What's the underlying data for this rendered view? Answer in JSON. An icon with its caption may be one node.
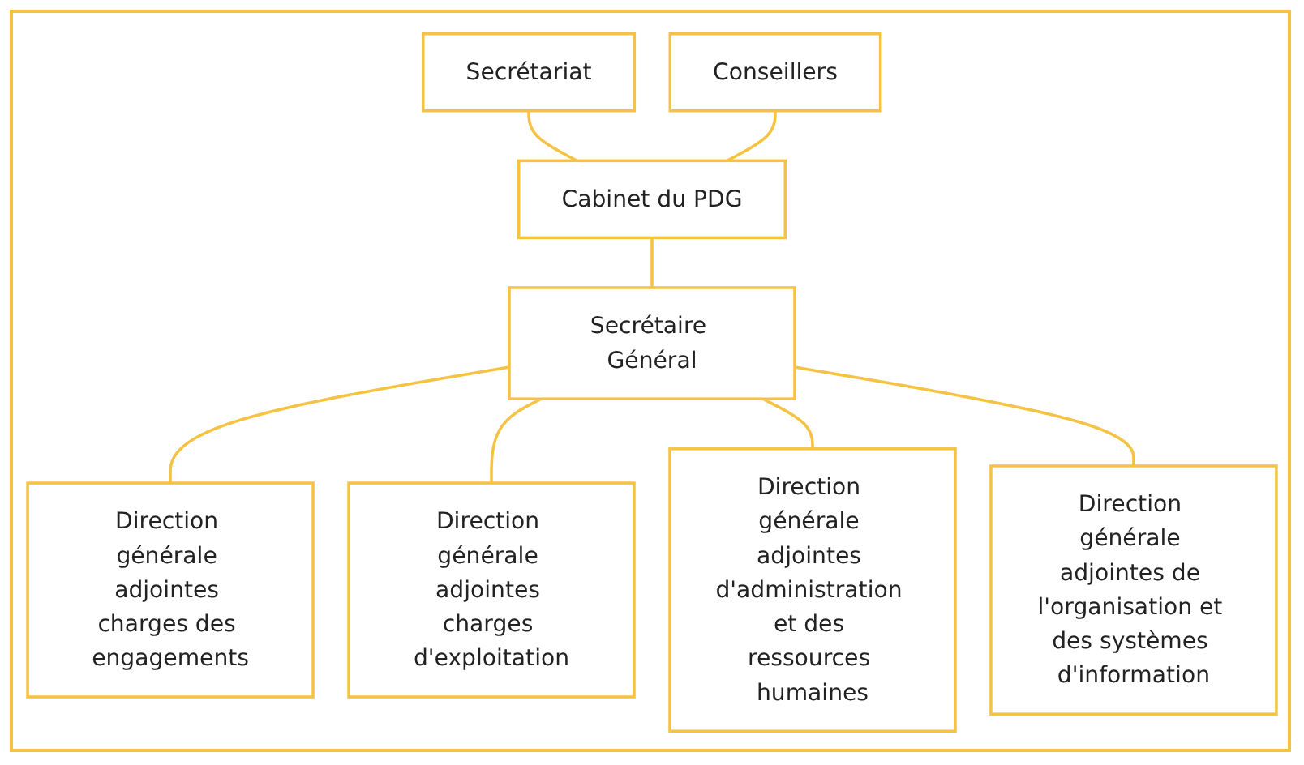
{
  "diagram": {
    "nodes": [
      {
        "text": [
          "Secrétariat"
        ]
      },
      {
        "text": [
          "Cabinet du PDG"
        ]
      },
      {
        "text": [
          "Conseillers"
        ]
      },
      {
        "text": [
          "Secrétaire Général"
        ]
      },
      {
        "text": [
          "Direction générale adjointes charges des engagements"
        ]
      },
      {
        "text": [
          "Direction générale adjointes charges d'exploitation"
        ]
      },
      {
        "text": [
          "Direction générale adjointes d'administration et des ressources humaines"
        ]
      },
      {
        "text": [
          "Direction générale adjointes de l'organisation et des systèmes d'information"
        ]
      }
    ],
    "edges": [
      {
        "from": 0,
        "to": 1,
        "arrow": "none"
      },
      {
        "from": 2,
        "to": 1,
        "arrow": "none"
      },
      {
        "from": 1,
        "to": 3,
        "arrow": "none"
      },
      {
        "from": 3,
        "to": 4,
        "arrow": "none"
      },
      {
        "from": 3,
        "to": 5,
        "arrow": "none"
      },
      {
        "from": 3,
        "to": 6,
        "arrow": "none"
      },
      {
        "from": 3,
        "to": 7,
        "arrow": "none"
      }
    ]
  }
}
